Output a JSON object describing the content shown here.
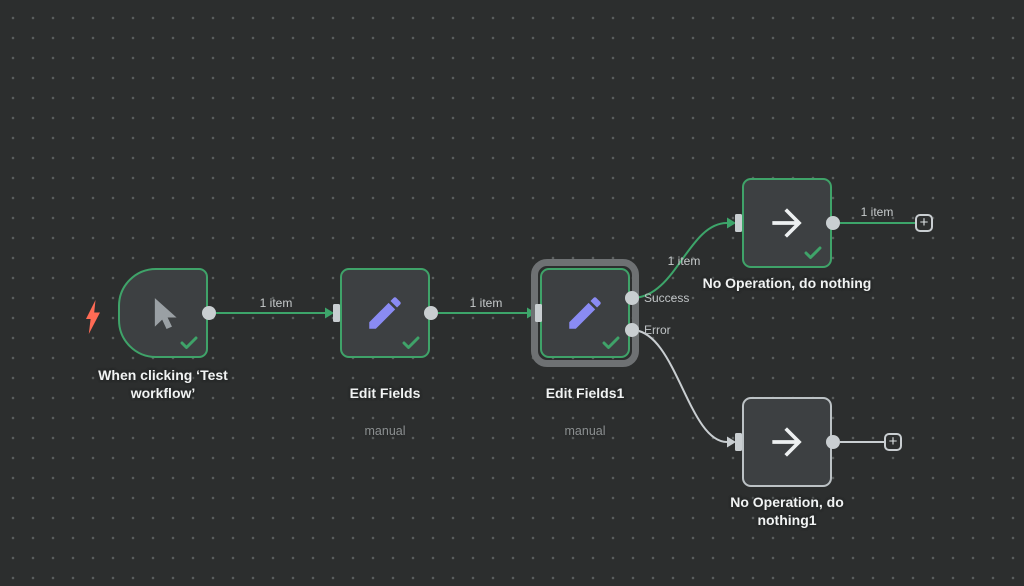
{
  "canvas": {
    "name": "n8n workflow canvas"
  },
  "theme": {
    "background": "#2c2e2e",
    "grid_dot": "#5a5e5e",
    "node_fill": "#3d4042",
    "executed_green": "#3da56a",
    "pristine_gray": "#bcc2c5",
    "endpoint_gray": "#c9ced1",
    "selection_ring": "#6e7173",
    "pencil_purple": "#8a8bf3",
    "bolt_red": "#ff6b55",
    "title_text": "#f1f3f3",
    "subtitle_text": "#8b8f90"
  },
  "nodes": {
    "trigger": {
      "title": "When clicking ‘Test\nworkflow’"
    },
    "edit_fields": {
      "title": "Edit Fields",
      "subtitle": "manual"
    },
    "edit_fields1": {
      "title": "Edit Fields1",
      "subtitle": "manual"
    },
    "noop": {
      "title": "No Operation, do nothing"
    },
    "noop1": {
      "title": "No Operation, do\nnothing1"
    }
  },
  "edges": {
    "trigger_to_editfields": {
      "label": "1 item"
    },
    "editfields_to_editfields1": {
      "label": "1 item"
    },
    "success_branch": {
      "label": "1 item"
    },
    "noop_output": {
      "label": "1 item"
    }
  },
  "outputs": {
    "success": "Success",
    "error": "Error"
  },
  "icons": {
    "plus": "+"
  }
}
